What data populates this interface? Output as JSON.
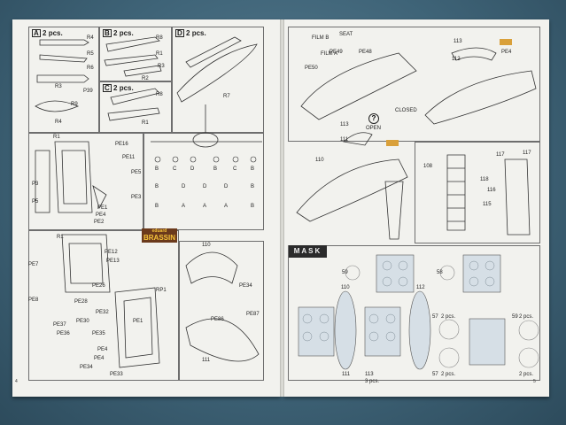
{
  "left_page": {
    "section_a": {
      "letter": "A",
      "count": "2 pcs.",
      "parts": [
        "R4",
        "R5",
        "R6",
        "R3",
        "P39",
        "R9",
        "R4"
      ]
    },
    "section_b": {
      "letter": "B",
      "count": "2 pcs.",
      "parts": [
        "R8",
        "R1",
        "R3",
        "R2"
      ]
    },
    "section_c": {
      "letter": "C",
      "count": "2 pcs.",
      "parts": [
        "R8",
        "R1"
      ]
    },
    "section_d": {
      "letter": "D",
      "count": "2 pcs.",
      "parts": [
        "R7"
      ]
    },
    "seat_parts": [
      "R1",
      "P3",
      "P5",
      "PE16",
      "PE11",
      "PE5",
      "PE4",
      "PE3",
      "PE2",
      "PE1"
    ],
    "pylon_row_1": [
      "B",
      "C",
      "D",
      "B",
      "C",
      "B"
    ],
    "pylon_row_2": [
      "B",
      "D",
      "D",
      "D",
      "B"
    ],
    "pylon_row_3": [
      "B",
      "A",
      "A",
      "A",
      "B"
    ],
    "brassin": {
      "top": "eduard",
      "main": "BRASSIN"
    },
    "brassin_parts": [
      "R1",
      "PE12",
      "PE13",
      "PE7",
      "PE8",
      "PE26",
      "PE28",
      "PE32",
      "PE30",
      "PE37",
      "PE36",
      "PE35",
      "PE34",
      "PE33",
      "RP1",
      "PE1",
      "PE4",
      "PE4"
    ],
    "canopy_parts": [
      "110",
      "PE34",
      "PE86",
      "PE87",
      "111"
    ],
    "page_number": "4"
  },
  "right_page": {
    "top_parts": [
      "FILM B",
      "SEAT",
      "FILM A",
      "PE48",
      "PE49",
      "PE50",
      "PE4"
    ],
    "numbered_parts": [
      "113",
      "112",
      "113",
      "111",
      "110",
      "117",
      "118"
    ],
    "closed_label": "CLOSED",
    "open_label": "OPEN",
    "ladder_parts": [
      "108",
      "117",
      "116",
      "115"
    ],
    "mask_banner": "MASK",
    "mask_parts": [
      "59",
      "58",
      "110",
      "112",
      "111",
      "113",
      "57",
      "57",
      "59"
    ],
    "mask_counts": [
      "2 pcs.",
      "2 pcs.",
      "2 pcs.",
      "2 pcs.",
      "3 pcs."
    ],
    "page_number": "5"
  }
}
